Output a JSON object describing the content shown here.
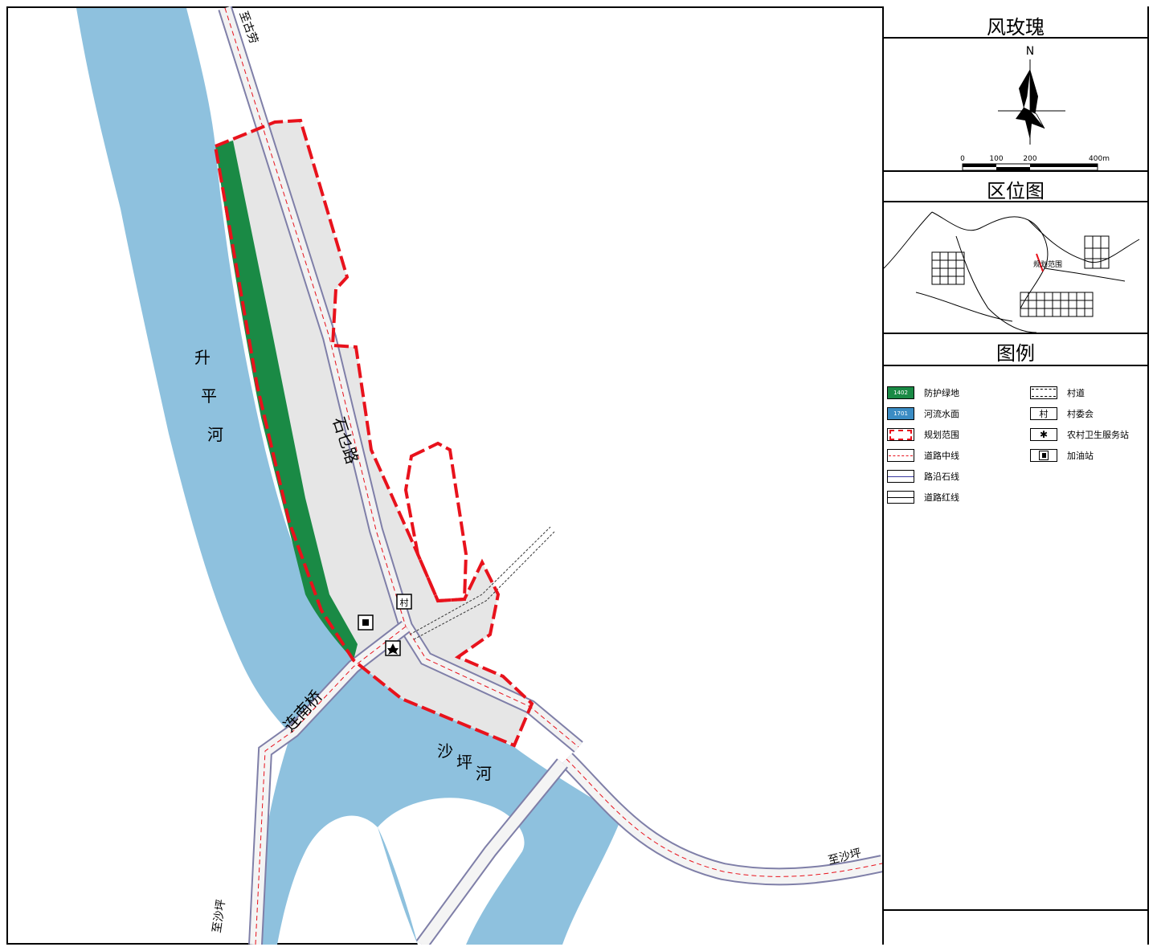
{
  "colors": {
    "river": "#8ec1de",
    "green": "#1a8a45",
    "plot": "#e6e6e6",
    "boundary": "#e8121c",
    "road_edge": "#7f7fa8"
  },
  "map": {
    "river_shengping": "升平河",
    "river_shaping": "沙坪河",
    "road_shiqi": "石乜路",
    "bridge_liannan": "连南桥",
    "to_gulao": "至古劳",
    "to_shaping_right": "至沙坪",
    "to_shaping_bottom": "至沙坪",
    "village_icon_text": "村"
  },
  "rose_panel": {
    "title": "风玫瑰",
    "north": "N",
    "scale_labels": [
      "0",
      "100",
      "200",
      "400m"
    ]
  },
  "location_panel": {
    "title": "区位图",
    "plan_area_label": "规划范围"
  },
  "legend_panel": {
    "title": "图例",
    "items": [
      {
        "label": "防护绿地",
        "code": "1402",
        "icon": "green-swatch"
      },
      {
        "label": "河流水面",
        "code": "1701",
        "icon": "water-swatch"
      },
      {
        "label": "规划范围",
        "icon": "red-dashed-box"
      },
      {
        "label": "道路中线",
        "icon": "red-dash-line"
      },
      {
        "label": "路沿石线",
        "icon": "blue-line"
      },
      {
        "label": "道路红线",
        "icon": "black-line"
      },
      {
        "label": "村道",
        "icon": "dashed-box"
      },
      {
        "label": "村委会",
        "icon": "village-committee-icon",
        "text": "村"
      },
      {
        "label": "农村卫生服务站",
        "icon": "health-station-icon"
      },
      {
        "label": "加油站",
        "icon": "gas-station-icon"
      }
    ]
  }
}
